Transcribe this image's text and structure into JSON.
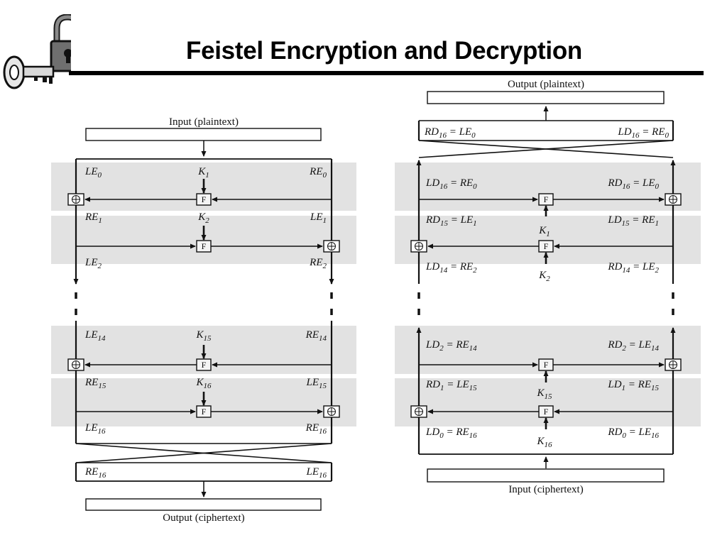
{
  "slide": {
    "title": "Feistel Encryption and Decryption",
    "logo": {
      "icon": "lock-and-key",
      "colors": {
        "body": "#6f6f6f",
        "shackle": "#6f6f6f",
        "key": "#d8d8d8"
      }
    }
  },
  "encryption": {
    "input_caption": "Input (plaintext)",
    "output_caption": "Output (ciphertext)",
    "function_label": "F",
    "rounds": [
      {
        "left_in": {
          "base": "LE",
          "sub": "0"
        },
        "key": {
          "base": "K",
          "sub": "1"
        },
        "right_in": {
          "base": "RE",
          "sub": "0"
        }
      },
      {
        "left_in": {
          "base": "RE",
          "sub": "1"
        },
        "key": {
          "base": "K",
          "sub": "2"
        },
        "right_in": {
          "base": "LE",
          "sub": "1"
        },
        "left_out": {
          "base": "LE",
          "sub": "2"
        },
        "right_out": {
          "base": "RE",
          "sub": "2"
        }
      },
      {
        "left_in": {
          "base": "LE",
          "sub": "14"
        },
        "key": {
          "base": "K",
          "sub": "15"
        },
        "right_in": {
          "base": "RE",
          "sub": "14"
        }
      },
      {
        "left_in": {
          "base": "RE",
          "sub": "15"
        },
        "key": {
          "base": "K",
          "sub": "16"
        },
        "right_in": {
          "base": "LE",
          "sub": "15"
        },
        "left_out": {
          "base": "LE",
          "sub": "16"
        },
        "right_out": {
          "base": "RE",
          "sub": "16"
        }
      }
    ],
    "final_swap": {
      "left": {
        "base": "RE",
        "sub": "16"
      },
      "right": {
        "base": "LE",
        "sub": "16"
      }
    }
  },
  "decryption": {
    "input_caption": "Input (ciphertext)",
    "output_caption": "Output (plaintext)",
    "function_label": "F",
    "top_swap": {
      "left": {
        "lhs": {
          "base": "RD",
          "sub": "16"
        },
        "rhs": {
          "base": "LE",
          "sub": "0"
        }
      },
      "right": {
        "lhs": {
          "base": "LD",
          "sub": "16"
        },
        "rhs": {
          "base": "RE",
          "sub": "0"
        }
      }
    },
    "equations": [
      {
        "left": {
          "lhs": {
            "base": "LD",
            "sub": "16"
          },
          "rhs": {
            "base": "RE",
            "sub": "0"
          }
        },
        "right": {
          "lhs": {
            "base": "RD",
            "sub": "16"
          },
          "rhs": {
            "base": "LE",
            "sub": "0"
          }
        }
      },
      {
        "left": {
          "lhs": {
            "base": "RD",
            "sub": "15"
          },
          "rhs": {
            "base": "LE",
            "sub": "1"
          }
        },
        "right": {
          "lhs": {
            "base": "LD",
            "sub": "15"
          },
          "rhs": {
            "base": "RE",
            "sub": "1"
          }
        }
      },
      {
        "left": {
          "lhs": {
            "base": "LD",
            "sub": "14"
          },
          "rhs": {
            "base": "RE",
            "sub": "2"
          }
        },
        "right": {
          "lhs": {
            "base": "RD",
            "sub": "14"
          },
          "rhs": {
            "base": "LE",
            "sub": "2"
          }
        }
      },
      {
        "left": {
          "lhs": {
            "base": "LD",
            "sub": "2"
          },
          "rhs": {
            "base": "RE",
            "sub": "14"
          }
        },
        "right": {
          "lhs": {
            "base": "RD",
            "sub": "2"
          },
          "rhs": {
            "base": "LE",
            "sub": "14"
          }
        }
      },
      {
        "left": {
          "lhs": {
            "base": "RD",
            "sub": "1"
          },
          "rhs": {
            "base": "LE",
            "sub": "15"
          }
        },
        "right": {
          "lhs": {
            "base": "LD",
            "sub": "1"
          },
          "rhs": {
            "base": "RE",
            "sub": "15"
          }
        }
      },
      {
        "left": {
          "lhs": {
            "base": "LD",
            "sub": "0"
          },
          "rhs": {
            "base": "RE",
            "sub": "16"
          }
        },
        "right": {
          "lhs": {
            "base": "RD",
            "sub": "0"
          },
          "rhs": {
            "base": "LE",
            "sub": "16"
          }
        }
      }
    ],
    "keys": [
      {
        "base": "K",
        "sub": "1"
      },
      {
        "base": "K",
        "sub": "2"
      },
      {
        "base": "K",
        "sub": "15"
      },
      {
        "base": "K",
        "sub": "16"
      }
    ]
  }
}
